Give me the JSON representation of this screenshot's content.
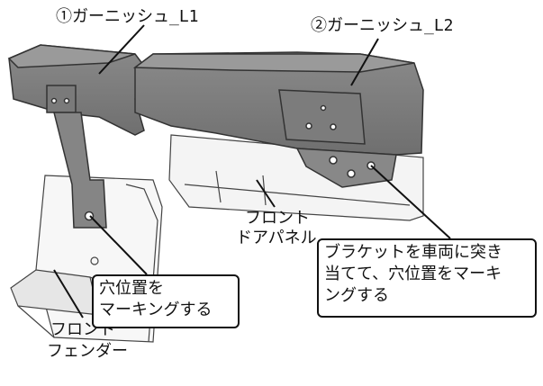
{
  "labels": {
    "garnish_l1": "①ガーニッシュ_L1",
    "garnish_l2": "②ガーニッシュ_L2",
    "front_door_panel": [
      "フロント",
      "ドアパネル"
    ],
    "front_fender": [
      "フロント",
      "フェンダー"
    ]
  },
  "callouts": {
    "hole_marking": [
      "穴位置を",
      "マーキングする"
    ],
    "bracket_marking": [
      "ブラケットを車両に突き",
      "当てて、穴位置をマーキ",
      "ングする"
    ]
  }
}
